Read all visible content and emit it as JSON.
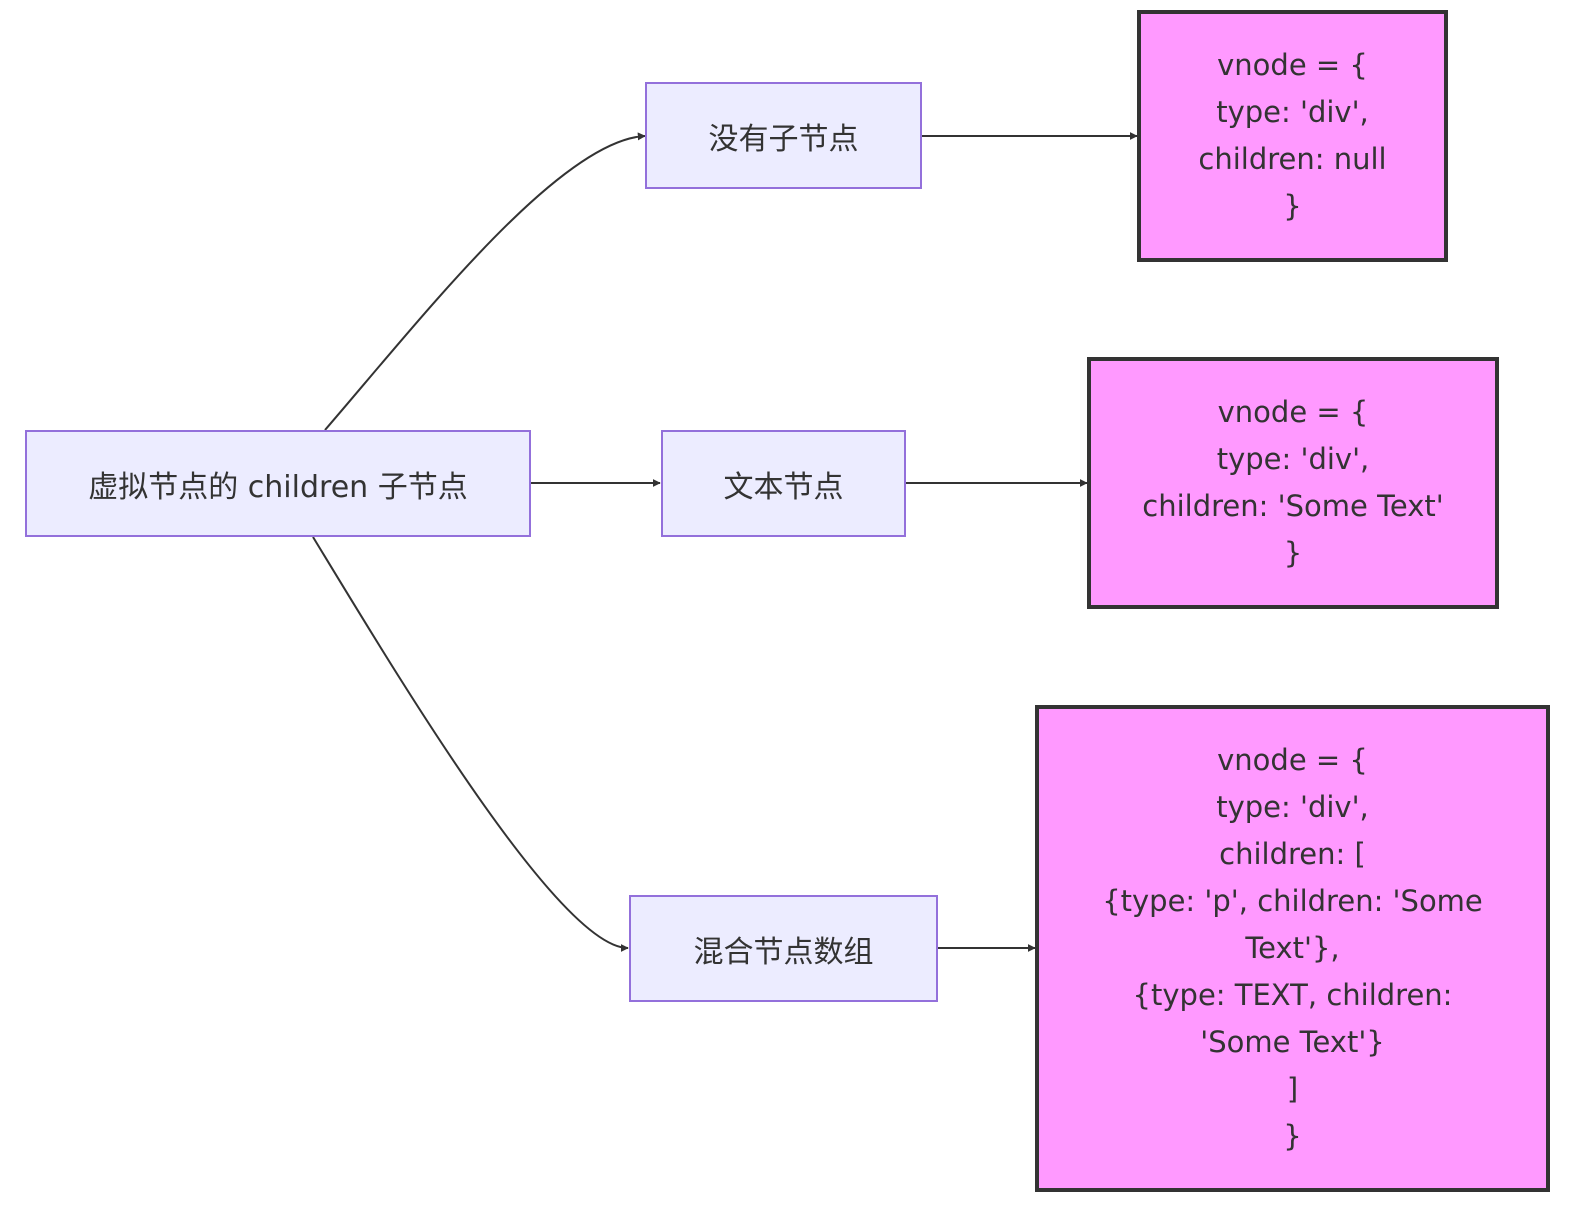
{
  "colors": {
    "category_fill": "#ECECFF",
    "category_border": "#9370DB",
    "code_fill": "#FF99FF",
    "code_border": "#333333",
    "edge": "#333333"
  },
  "nodes": {
    "root": {
      "label": "虚拟节点的 children 子节点"
    },
    "no_children": {
      "label": "没有子节点"
    },
    "text_node": {
      "label": "文本节点"
    },
    "mixed_array": {
      "label": "混合节点数组"
    }
  },
  "code_blocks": {
    "no_children": {
      "lines": [
        "vnode = {",
        "type: 'div',",
        "children: null",
        "}"
      ]
    },
    "text_node": {
      "lines": [
        "vnode = {",
        "type: 'div',",
        "children: 'Some Text'",
        "}"
      ]
    },
    "mixed_array": {
      "lines": [
        "vnode = {",
        "type: 'div',",
        "children: [",
        "{type: 'p', children: 'Some",
        "Text'},",
        "{type: TEXT, children:",
        "'Some Text'}",
        "]",
        "}"
      ]
    }
  }
}
